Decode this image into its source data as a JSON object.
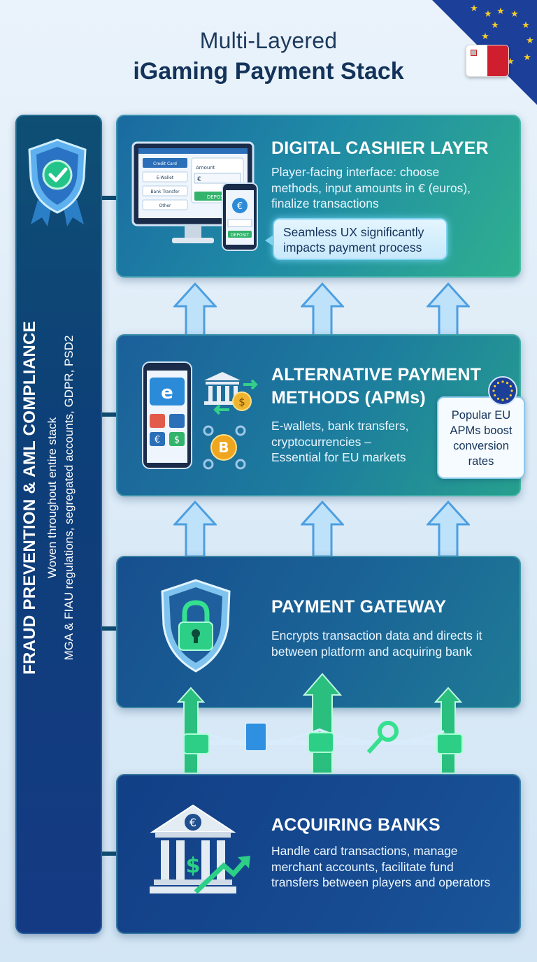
{
  "title": {
    "line1": "Multi-Layered",
    "line2": "iGaming Payment Stack"
  },
  "compliance": {
    "title": "FRAUD PREVENTION & AML COMPLIANCE",
    "subtitle1": "Woven throughout entire stack",
    "subtitle2": "MGA & FIAU regulations, segregated accounts, GDPR, PSD2",
    "icon": "shield-check-icon"
  },
  "layers": [
    {
      "title_line1": "DIGITAL CASHIER LAYER",
      "title_line2": "",
      "description": [
        "Player-facing interface: choose",
        "methods, input amounts in € (euros),",
        "finalize transactions"
      ],
      "callout": [
        "Seamless UX significantly",
        "impacts payment process"
      ],
      "icon": "cashier-devices-icon"
    },
    {
      "title_line1": "ALTERNATIVE PAYMENT",
      "title_line2": "METHODS (APMs)",
      "description": [
        "E-wallets, bank transfers,",
        "cryptocurrencies –",
        "Essential for EU markets"
      ],
      "callout": [
        "Popular EU",
        "APMs boost",
        "conversion",
        "rates"
      ],
      "icon": "apm-phone-icon"
    },
    {
      "title_line1": "PAYMENT GATEWAY",
      "title_line2": "",
      "description": [
        "Encrypts transaction data and directs it",
        "between platform and acquiring bank"
      ],
      "icon": "lock-shield-icon"
    },
    {
      "title_line1": "ACQUIRING BANKS",
      "title_line2": "",
      "description": [
        "Handle card transactions, manage",
        "merchant accounts, facilitate fund",
        "transfers between players and operators"
      ],
      "icon": "bank-icon"
    }
  ],
  "cashier_mockup": {
    "menu": [
      "Credit Card",
      "E-Wallet",
      "Bank Transfer",
      "Other"
    ],
    "amount_label": "Amount",
    "currency": "€",
    "deposit_label": "DEPOSIT",
    "phone_button": "DEPOSIT"
  },
  "colors": {
    "accent_green": "#2fd08a",
    "deep_blue": "#14335a",
    "eu_blue": "#1c3f9a",
    "eu_star": "#f5cf2a"
  }
}
